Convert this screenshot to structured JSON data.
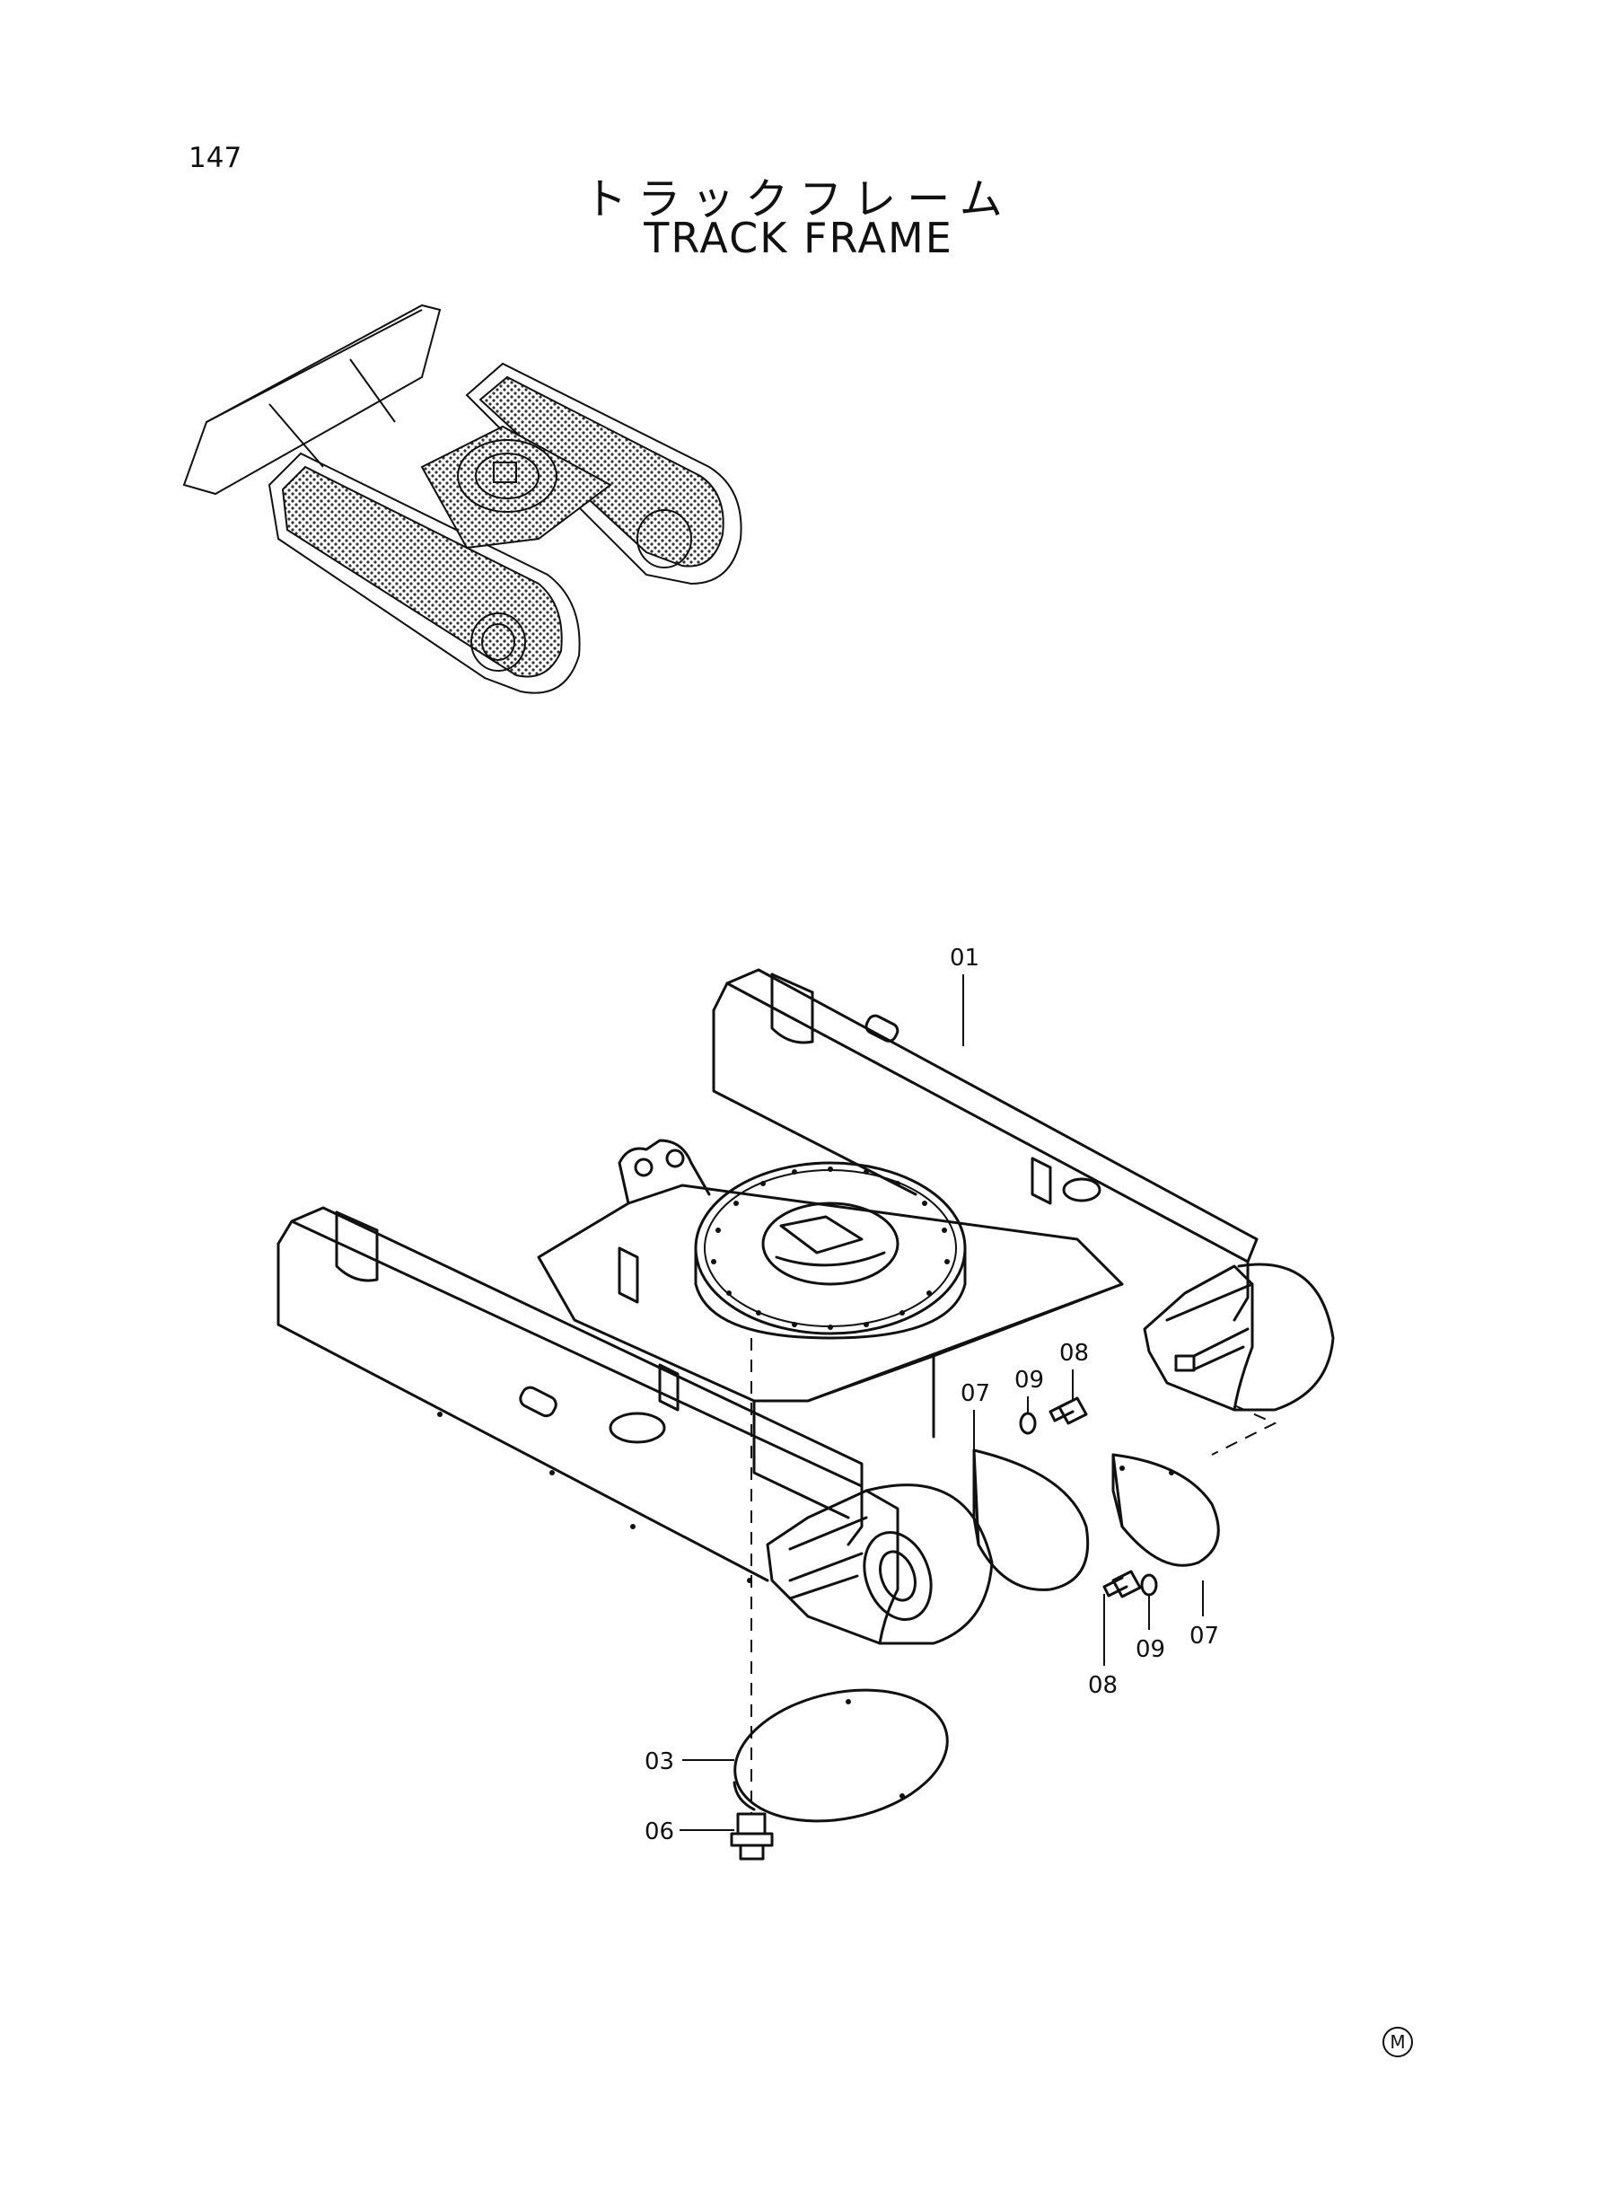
{
  "header": {
    "page_number": "147",
    "title_jp": "トラックフレーム",
    "title_en": "TRACK FRAME"
  },
  "callouts": {
    "c01": "01",
    "c03": "03",
    "c06": "06",
    "c07a": "07",
    "c07b": "07",
    "c08a": "08",
    "c08b": "08",
    "c09a": "09",
    "c09b": "09"
  },
  "footer": {
    "mark": "M"
  }
}
